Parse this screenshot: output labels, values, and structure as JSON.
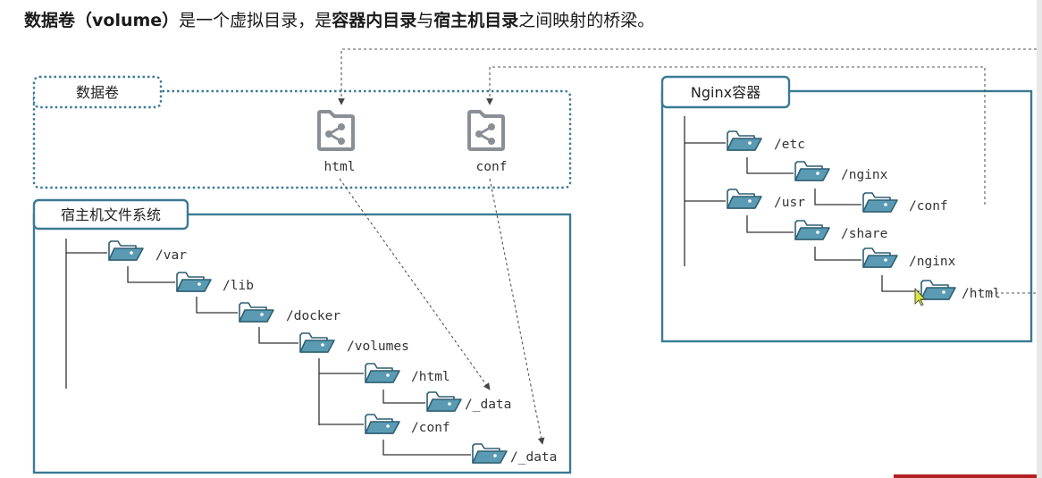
{
  "heading": {
    "p1": "数据卷（volume）",
    "p2": "是一个虚拟目录，是",
    "p3": "容器内目录",
    "p4": "与",
    "p5": "宿主机目录",
    "p6": "之间映射的桥梁。"
  },
  "volume_box": {
    "label": "数据卷",
    "html": "html",
    "conf": "conf"
  },
  "host_box": {
    "label": "宿主机文件系统",
    "var": "/var",
    "lib": "/lib",
    "docker": "/docker",
    "volumes": "/volumes",
    "html": "/html",
    "html_data": "/_data",
    "conf": "/conf",
    "conf_data": "/_data"
  },
  "container_box": {
    "label": "Nginx容器",
    "etc": "/etc",
    "etc_nginx": "/nginx",
    "conf": "/conf",
    "usr": "/usr",
    "share": "/share",
    "share_nginx": "/nginx",
    "html": "/html"
  },
  "colors": {
    "frame": "#3a7a93",
    "folder_fill": "#5a9bb3",
    "volume_icon": "#8a8f96",
    "dashed": "#555555"
  }
}
